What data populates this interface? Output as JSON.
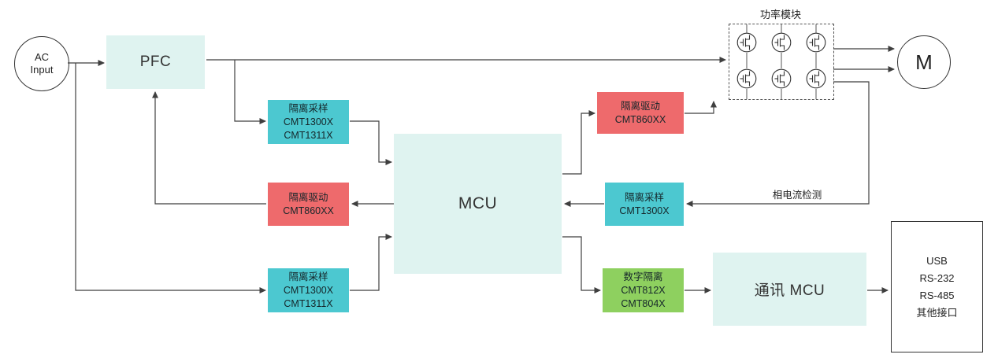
{
  "diagram": {
    "blocks": {
      "ac_input": {
        "line1": "AC",
        "line2": "Input"
      },
      "pfc": {
        "label": "PFC"
      },
      "iso_sample_top": {
        "title": "隔离采样",
        "part1": "CMT1300X",
        "part2": "CMT1311X"
      },
      "iso_drive_left": {
        "title": "隔离驱动",
        "part1": "CMT860XX"
      },
      "iso_sample_bottom": {
        "title": "隔离采样",
        "part1": "CMT1300X",
        "part2": "CMT1311X"
      },
      "mcu": {
        "label": "MCU"
      },
      "iso_drive_right": {
        "title": "隔离驱动",
        "part1": "CMT860XX"
      },
      "iso_sample_right": {
        "title": "隔离采样",
        "part1": "CMT1300X"
      },
      "digital_iso": {
        "title": "数字隔离",
        "part1": "CMT812X",
        "part2": "CMT804X"
      },
      "comm_mcu": {
        "label": "通讯 MCU"
      },
      "power_module": {
        "label": "功率模块"
      },
      "motor": {
        "label": "M"
      },
      "interface_box": {
        "lines": [
          "USB",
          "RS-232",
          "RS-485",
          "其他接口"
        ]
      }
    },
    "annotations": {
      "phase_current": "相电流检测"
    },
    "colors": {
      "light_block": "#dff3f0",
      "teal_block": "#4cc8d0",
      "red_block": "#ee6a6c",
      "green_block": "#8ed05f",
      "wire": "#3f3f3f"
    }
  }
}
